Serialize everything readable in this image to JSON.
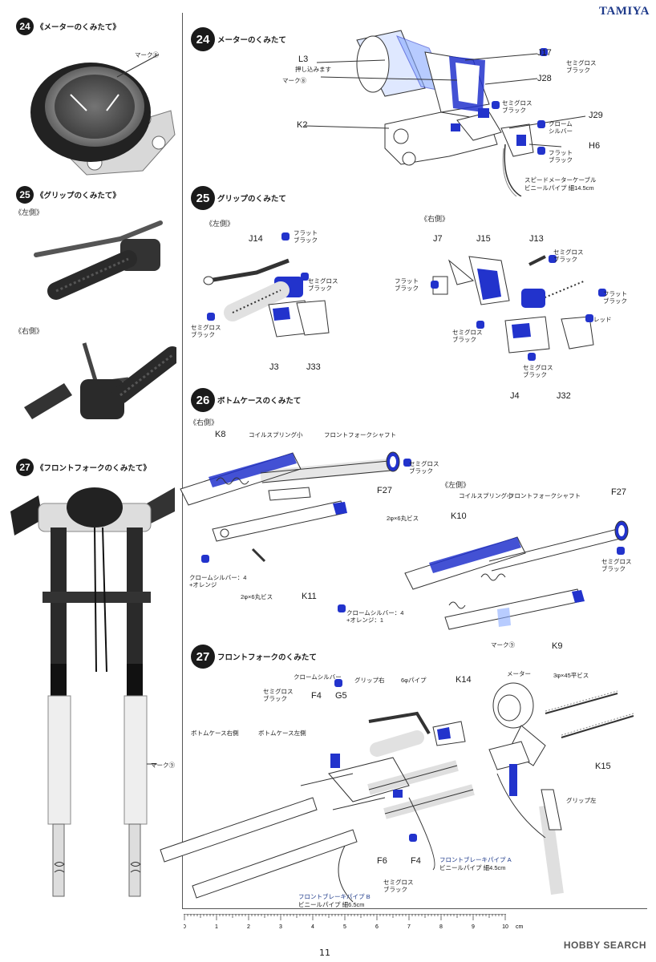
{
  "brand": "TAMIYA",
  "page_number": "11",
  "watermark": "HOBBY SEARCH",
  "left_column": {
    "step24": {
      "num": "24",
      "title": "《メーターのくみたて》",
      "mark_label": "マーク⑧"
    },
    "step25": {
      "num": "25",
      "title": "《グリップのくみたて》",
      "left_side": "《左側》",
      "right_side": "《右側》"
    },
    "step27": {
      "num": "27",
      "title": "《フロントフォークのくみたて》",
      "mark_label": "マーク⑨"
    }
  },
  "step24": {
    "num": "24",
    "title": "メーターのくみたて",
    "labels": {
      "l3": "L3",
      "l3_note": "押し込みます",
      "mark8": "マーク⑧",
      "k2": "K2",
      "j17": "J17",
      "j28": "J28",
      "j29": "J29",
      "h6": "H6",
      "semigloss1": "セミグロス\nブラック",
      "semigloss2": "セミグロス\nブラック",
      "chrome": "クローム\nシルバー",
      "flat": "フラット\nブラック",
      "cable": "スピードメーターケーブル",
      "vinyl": "ビニールパイプ 細14.5cm"
    }
  },
  "step25": {
    "num": "25",
    "title": "グリップのくみたて",
    "left_side": "《左側》",
    "right_side": "《右側》",
    "labels": {
      "j14": "J14",
      "j3": "J3",
      "j33": "J33",
      "flat1": "フラット\nブラック",
      "semi1": "セミグロス\nブラック",
      "semi2": "セミグロス\nブラック",
      "j7": "J7",
      "j15": "J15",
      "j13": "J13",
      "j4": "J4",
      "j32": "J32",
      "flat2": "フラット\nブラック",
      "semi3": "セミグロス\nブラック",
      "flat3": "フラット\nブラック",
      "red": "レッド",
      "semi4": "セミグロス\nブラック",
      "semi5": "セミグロス\nブラック"
    }
  },
  "step26": {
    "num": "26",
    "title": "ボトムケースのくみたて",
    "right_side": "《右側》",
    "left_side": "《左側》",
    "labels": {
      "k8": "K8",
      "coil1": "コイルスプリング小",
      "shaft1": "フロントフォークシャフト",
      "f27a": "F27",
      "semi1": "セミグロス\nブラック",
      "chrome1": "クロームシルバー：4\n+オレンジ",
      "screw1": "2φ×6丸ビス",
      "k11": "K11",
      "coil2": "コイルスプリング小",
      "shaft2": "フロントフォークシャフト",
      "f27b": "F27",
      "k10": "K10",
      "screw2": "2φ×6丸ビス",
      "semi2": "セミグロス\nブラック",
      "chrome2": "クロームシルバー：4\n+オレンジ：1",
      "mark9": "マーク⑨",
      "k9": "K9"
    }
  },
  "step27": {
    "num": "27",
    "title": "フロントフォークのくみたて",
    "labels": {
      "chrome": "クロームシルバー",
      "semi1": "セミグロス\nブラック",
      "f4a": "F4",
      "g5": "G5",
      "grip_r": "グリップ右",
      "pipe6": "6φパイプ",
      "k14": "K14",
      "meter": "メーター",
      "screw45": "3φ×45平ビス",
      "k15": "K15",
      "bottom_r": "ボトムケース右側",
      "bottom_l": "ボトムケース左側",
      "grip_l": "グリップ左",
      "f6": "F6",
      "f4b": "F4",
      "semi2": "セミグロス\nブラック",
      "brake_a": "フロントブレーキパイプ A",
      "vinyl_a": "ビニールパイプ 細4.5cm",
      "brake_b": "フロントブレーキパイプ B",
      "vinyl_b": "ビニールパイプ 細6.5cm"
    }
  },
  "ruler": {
    "ticks": [
      "0",
      "1",
      "2",
      "3",
      "4",
      "5",
      "6",
      "7",
      "8",
      "9",
      "10"
    ],
    "unit": "cm"
  },
  "colors": {
    "blue": "#2233cc",
    "ink": "#1a1a1a",
    "gray": "#888888",
    "brand": "#1e3a8a"
  }
}
